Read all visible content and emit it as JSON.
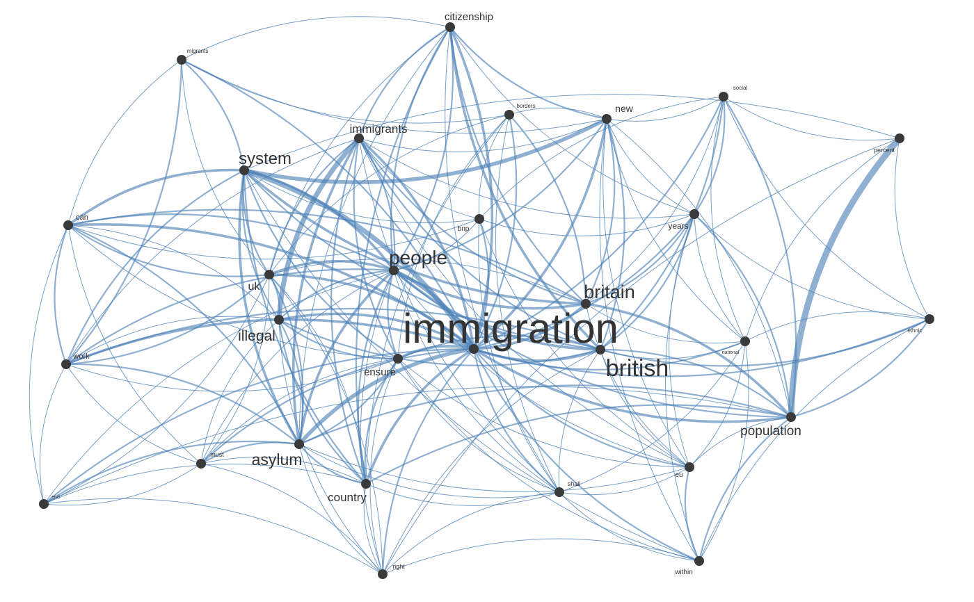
{
  "diagram": {
    "type": "word-cooccurrence-network",
    "edge_color": "#4a7fb5",
    "node_color": "#3a3a3a",
    "label_color": "#333333",
    "nodes": [
      {
        "id": "immigration",
        "label": "immigration"
      },
      {
        "id": "british",
        "label": "british"
      },
      {
        "id": "britain",
        "label": "britain"
      },
      {
        "id": "people",
        "label": "people"
      },
      {
        "id": "system",
        "label": "system"
      },
      {
        "id": "asylum",
        "label": "asylum"
      },
      {
        "id": "illegal",
        "label": "illegal"
      },
      {
        "id": "population",
        "label": "population"
      },
      {
        "id": "immigrants",
        "label": "immigrants"
      },
      {
        "id": "citizenship",
        "label": "citizenship"
      },
      {
        "id": "country",
        "label": "country"
      },
      {
        "id": "ensure",
        "label": "ensure"
      },
      {
        "id": "uk",
        "label": "uk"
      },
      {
        "id": "new",
        "label": "new"
      },
      {
        "id": "years",
        "label": "years"
      },
      {
        "id": "work",
        "label": "work"
      },
      {
        "id": "can",
        "label": "can"
      },
      {
        "id": "within",
        "label": "within"
      },
      {
        "id": "bnp",
        "label": "bnp"
      },
      {
        "id": "eu",
        "label": "eu"
      },
      {
        "id": "percent",
        "label": "percent"
      },
      {
        "id": "must",
        "label": "must"
      },
      {
        "id": "shall",
        "label": "shall"
      },
      {
        "id": "right",
        "label": "right"
      },
      {
        "id": "ethnic",
        "label": "ethnic"
      },
      {
        "id": "migrants",
        "label": "migrants"
      },
      {
        "id": "social",
        "label": "social"
      },
      {
        "id": "borders",
        "label": "borders"
      },
      {
        "id": "national",
        "label": "national"
      },
      {
        "id": "end",
        "label": "end"
      }
    ],
    "edges": [
      [
        "immigration",
        "british",
        3
      ],
      [
        "immigration",
        "britain",
        3
      ],
      [
        "immigration",
        "people",
        4
      ],
      [
        "immigration",
        "system",
        5
      ],
      [
        "immigration",
        "asylum",
        4
      ],
      [
        "immigration",
        "illegal",
        3
      ],
      [
        "immigration",
        "population",
        3
      ],
      [
        "immigration",
        "immigrants",
        3
      ],
      [
        "immigration",
        "citizenship",
        3
      ],
      [
        "immigration",
        "country",
        3
      ],
      [
        "immigration",
        "ensure",
        3
      ],
      [
        "immigration",
        "uk",
        3
      ],
      [
        "immigration",
        "new",
        3
      ],
      [
        "immigration",
        "years",
        2
      ],
      [
        "immigration",
        "work",
        3
      ],
      [
        "immigration",
        "can",
        3
      ],
      [
        "immigration",
        "within",
        2
      ],
      [
        "immigration",
        "bnp",
        2
      ],
      [
        "immigration",
        "eu",
        2
      ],
      [
        "immigration",
        "must",
        2
      ],
      [
        "immigration",
        "shall",
        2
      ],
      [
        "immigration",
        "right",
        2
      ],
      [
        "immigration",
        "ethnic",
        2
      ],
      [
        "immigration",
        "social",
        2
      ],
      [
        "immigration",
        "borders",
        2
      ],
      [
        "immigration",
        "national",
        2
      ],
      [
        "immigration",
        "end",
        2
      ],
      [
        "immigration",
        "migrants",
        2
      ],
      [
        "people",
        "system",
        3
      ],
      [
        "people",
        "uk",
        3
      ],
      [
        "people",
        "british",
        3
      ],
      [
        "people",
        "britain",
        3
      ],
      [
        "people",
        "asylum",
        3
      ],
      [
        "people",
        "country",
        2
      ],
      [
        "people",
        "illegal",
        2
      ],
      [
        "people",
        "citizenship",
        2
      ],
      [
        "people",
        "work",
        2
      ],
      [
        "people",
        "can",
        2
      ],
      [
        "people",
        "ensure",
        2
      ],
      [
        "people",
        "population",
        2
      ],
      [
        "people",
        "shall",
        1
      ],
      [
        "people",
        "new",
        2
      ],
      [
        "people",
        "eu",
        1
      ],
      [
        "people",
        "right",
        1
      ],
      [
        "people",
        "end",
        1
      ],
      [
        "people",
        "must",
        1
      ],
      [
        "people",
        "bnp",
        1
      ],
      [
        "people",
        "immigrants",
        2
      ],
      [
        "system",
        "asylum",
        3
      ],
      [
        "system",
        "illegal",
        2
      ],
      [
        "system",
        "new",
        4
      ],
      [
        "system",
        "can",
        3
      ],
      [
        "system",
        "britain",
        3
      ],
      [
        "system",
        "migrants",
        2
      ],
      [
        "system",
        "country",
        2
      ],
      [
        "system",
        "ensure",
        2
      ],
      [
        "system",
        "british",
        2
      ],
      [
        "system",
        "work",
        2
      ],
      [
        "system",
        "within",
        1
      ],
      [
        "system",
        "bnp",
        1
      ],
      [
        "system",
        "uk",
        2
      ],
      [
        "citizenship",
        "british",
        3
      ],
      [
        "citizenship",
        "new",
        2
      ],
      [
        "citizenship",
        "immigrants",
        2
      ],
      [
        "citizenship",
        "people",
        2
      ],
      [
        "citizenship",
        "country",
        2
      ],
      [
        "citizenship",
        "britain",
        2
      ],
      [
        "citizenship",
        "uk",
        1
      ],
      [
        "citizenship",
        "asylum",
        1
      ],
      [
        "citizenship",
        "shall",
        1
      ],
      [
        "citizenship",
        "migrants",
        1
      ],
      [
        "citizenship",
        "years",
        1
      ],
      [
        "immigrants",
        "illegal",
        5
      ],
      [
        "immigrants",
        "asylum",
        3
      ],
      [
        "immigrants",
        "country",
        2
      ],
      [
        "immigrants",
        "british",
        2
      ],
      [
        "immigrants",
        "uk",
        2
      ],
      [
        "immigrants",
        "britain",
        2
      ],
      [
        "immigrants",
        "ensure",
        2
      ],
      [
        "immigrants",
        "shall",
        1
      ],
      [
        "immigrants",
        "new",
        1
      ],
      [
        "immigrants",
        "years",
        1
      ],
      [
        "immigrants",
        "work",
        1
      ],
      [
        "immigrants",
        "eu",
        1
      ],
      [
        "immigrants",
        "bnp",
        1
      ],
      [
        "percent",
        "population",
        6
      ],
      [
        "percent",
        "ethnic",
        1
      ],
      [
        "percent",
        "system",
        1
      ],
      [
        "percent",
        "national",
        1
      ],
      [
        "percent",
        "right",
        1
      ],
      [
        "population",
        "britain",
        3
      ],
      [
        "population",
        "british",
        2
      ],
      [
        "population",
        "social",
        2
      ],
      [
        "population",
        "ethnic",
        2
      ],
      [
        "population",
        "years",
        2
      ],
      [
        "population",
        "eu",
        1
      ],
      [
        "population",
        "asylum",
        2
      ],
      [
        "population",
        "country",
        2
      ],
      [
        "population",
        "within",
        2
      ],
      [
        "population",
        "new",
        1
      ],
      [
        "population",
        "end",
        1
      ],
      [
        "asylum",
        "illegal",
        2
      ],
      [
        "asylum",
        "country",
        2
      ],
      [
        "asylum",
        "can",
        2
      ],
      [
        "asylum",
        "work",
        2
      ],
      [
        "asylum",
        "uk",
        2
      ],
      [
        "asylum",
        "ensure",
        2
      ],
      [
        "asylum",
        "must",
        2
      ],
      [
        "asylum",
        "end",
        2
      ],
      [
        "asylum",
        "right",
        1
      ],
      [
        "asylum",
        "eu",
        1
      ],
      [
        "asylum",
        "shall",
        1
      ],
      [
        "illegal",
        "uk",
        2
      ],
      [
        "illegal",
        "country",
        2
      ],
      [
        "illegal",
        "ensure",
        2
      ],
      [
        "illegal",
        "must",
        1
      ],
      [
        "illegal",
        "british",
        2
      ],
      [
        "illegal",
        "can",
        1
      ],
      [
        "illegal",
        "work",
        1
      ],
      [
        "illegal",
        "right",
        1
      ],
      [
        "british",
        "ethnic",
        2
      ],
      [
        "british",
        "national",
        1
      ],
      [
        "british",
        "social",
        2
      ],
      [
        "british",
        "years",
        2
      ],
      [
        "british",
        "eu",
        1
      ],
      [
        "british",
        "new",
        2
      ],
      [
        "british",
        "shall",
        1
      ],
      [
        "british",
        "right",
        1
      ],
      [
        "british",
        "ensure",
        2
      ],
      [
        "british",
        "work",
        2
      ],
      [
        "britain",
        "years",
        2
      ],
      [
        "britain",
        "new",
        2
      ],
      [
        "britain",
        "social",
        1
      ],
      [
        "britain",
        "borders",
        2
      ],
      [
        "britain",
        "eu",
        1
      ],
      [
        "britain",
        "national",
        1
      ],
      [
        "britain",
        "can",
        2
      ],
      [
        "britain",
        "uk",
        1
      ],
      [
        "can",
        "uk",
        2
      ],
      [
        "can",
        "work",
        2
      ],
      [
        "can",
        "end",
        1
      ],
      [
        "can",
        "ensure",
        1
      ],
      [
        "can",
        "must",
        1
      ],
      [
        "can",
        "bnp",
        1
      ],
      [
        "work",
        "uk",
        2
      ],
      [
        "work",
        "end",
        1
      ],
      [
        "work",
        "migrants",
        2
      ],
      [
        "work",
        "must",
        1
      ],
      [
        "work",
        "ensure",
        1
      ],
      [
        "migrants",
        "borders",
        1
      ],
      [
        "migrants",
        "new",
        1
      ],
      [
        "migrants",
        "can",
        1
      ],
      [
        "migrants",
        "uk",
        1
      ],
      [
        "new",
        "years",
        1
      ],
      [
        "new",
        "borders",
        1
      ],
      [
        "new",
        "national",
        1
      ],
      [
        "new",
        "eu",
        1
      ],
      [
        "new",
        "within",
        1
      ],
      [
        "new",
        "social",
        1
      ],
      [
        "years",
        "national",
        1
      ],
      [
        "years",
        "social",
        2
      ],
      [
        "years",
        "eu",
        1
      ],
      [
        "years",
        "within",
        1
      ],
      [
        "years",
        "ethnic",
        1
      ],
      [
        "social",
        "ethnic",
        1
      ],
      [
        "social",
        "national",
        1
      ],
      [
        "social",
        "percent",
        1
      ],
      [
        "social",
        "bnp",
        1
      ],
      [
        "borders",
        "bnp",
        1
      ],
      [
        "borders",
        "country",
        1
      ],
      [
        "borders",
        "uk",
        1
      ],
      [
        "borders",
        "ensure",
        1
      ],
      [
        "borders",
        "shall",
        1
      ],
      [
        "bnp",
        "shall",
        1
      ],
      [
        "bnp",
        "eu",
        1
      ],
      [
        "bnp",
        "years",
        1
      ],
      [
        "ensure",
        "country",
        2
      ],
      [
        "ensure",
        "must",
        1
      ],
      [
        "ensure",
        "shall",
        1
      ],
      [
        "ensure",
        "right",
        1
      ],
      [
        "ensure",
        "eu",
        1
      ],
      [
        "ensure",
        "within",
        1
      ],
      [
        "country",
        "must",
        1
      ],
      [
        "country",
        "right",
        1
      ],
      [
        "country",
        "shall",
        1
      ],
      [
        "country",
        "end",
        1
      ],
      [
        "country",
        "uk",
        1
      ],
      [
        "shall",
        "eu",
        1
      ],
      [
        "shall",
        "within",
        1
      ],
      [
        "shall",
        "right",
        1
      ],
      [
        "shall",
        "national",
        1
      ],
      [
        "eu",
        "within",
        2
      ],
      [
        "eu",
        "national",
        1
      ],
      [
        "within",
        "national",
        1
      ],
      [
        "within",
        "right",
        1
      ],
      [
        "right",
        "end",
        1
      ],
      [
        "right",
        "must",
        1
      ],
      [
        "right",
        "uk",
        1
      ],
      [
        "end",
        "must",
        1
      ],
      [
        "end",
        "uk",
        1
      ],
      [
        "must",
        "uk",
        1
      ],
      [
        "ethnic",
        "national",
        1
      ],
      [
        "ethnic",
        "within",
        1
      ]
    ]
  }
}
